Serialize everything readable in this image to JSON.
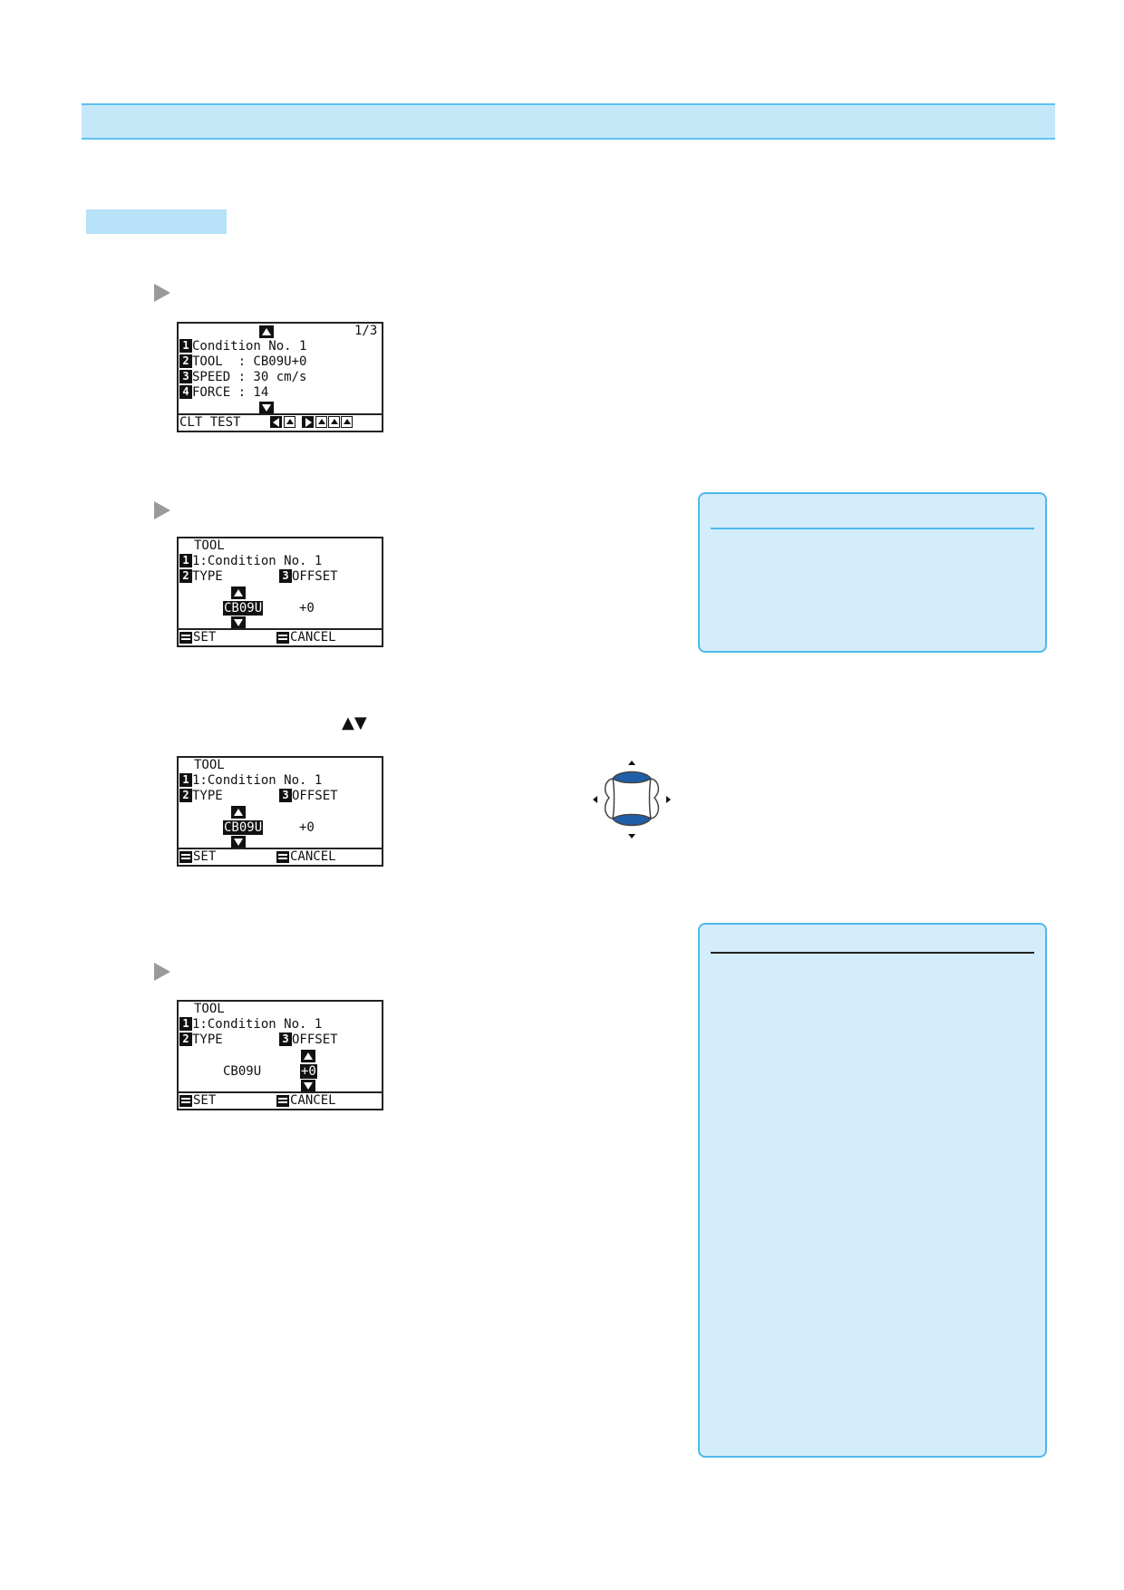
{
  "colors": {
    "band": "#c5e8f9",
    "band_edge": "#5cc3ef",
    "note_bg": "#d3edfa",
    "note_edge": "#4fb9ea",
    "dpad_blue": "#1f5fa8"
  },
  "step_nav_label": "▲▼",
  "lcd1": {
    "page": "1/3",
    "rows": [
      {
        "n": "1",
        "text": "Condition No. 1"
      },
      {
        "n": "2",
        "text": "TOOL  : CB09U+0"
      },
      {
        "n": "3",
        "text": "SPEED : 30 cm/s"
      },
      {
        "n": "4",
        "text": "FORCE : 14"
      }
    ],
    "footer": "CLT TEST"
  },
  "lcd2": {
    "title": "TOOL",
    "row1": {
      "n": "1",
      "text": "1:Condition No. 1"
    },
    "row2_n": "2",
    "row2_text": "TYPE",
    "row2_n2": "3",
    "row2_text2": "OFFSET",
    "type_value": "CB09U",
    "offset_value": "+0",
    "set": "SET",
    "cancel": "CANCEL"
  },
  "lcd3": {
    "title": "TOOL",
    "row1": {
      "n": "1",
      "text": "1:Condition No. 1"
    },
    "row2_n": "2",
    "row2_text": "TYPE",
    "row2_n2": "3",
    "row2_text2": "OFFSET",
    "type_value": "CB09U",
    "offset_value": "+0",
    "set": "SET",
    "cancel": "CANCEL"
  },
  "lcd4": {
    "title": "TOOL",
    "row1": {
      "n": "1",
      "text": "1:Condition No. 1"
    },
    "row2_n": "2",
    "row2_text": "TYPE",
    "row2_n2": "3",
    "row2_text2": "OFFSET",
    "type_value": "CB09U",
    "offset_value": "+0",
    "set": "SET",
    "cancel": "CANCEL"
  }
}
